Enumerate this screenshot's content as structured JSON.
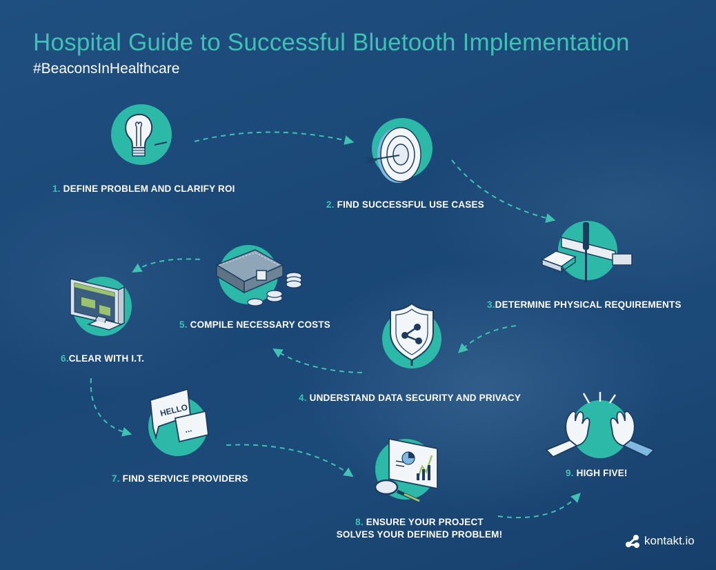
{
  "title": "Hospital Guide to Successful Bluetooth Implementation",
  "subtitle": "#BeaconsInHealthcare",
  "colors": {
    "accent": "#3fc2b4",
    "background": "#1d4a7a",
    "text": "#ffffff"
  },
  "steps": [
    {
      "num": "1.",
      "text": " DEFINE PROBLEM AND CLARIFY ROI",
      "icon": "light-bulb-icon"
    },
    {
      "num": "2.",
      "text": " FIND SUCCESSFUL USE CASES",
      "icon": "target-arrow-icon"
    },
    {
      "num": "3.",
      "text": "DETERMINE PHYSICAL REQUIREMENTS",
      "icon": "screwdriver-beacon-icon"
    },
    {
      "num": "4.",
      "text": " UNDERSTAND DATA SECURITY AND PRIVACY",
      "icon": "shield-icon"
    },
    {
      "num": "5.",
      "text": " COMPILE NECESSARY COSTS",
      "icon": "wallet-coins-icon"
    },
    {
      "num": "6.",
      "text": "CLEAR WITH I.T.",
      "icon": "computer-monitor-icon"
    },
    {
      "num": "7.",
      "text": " FIND SERVICE PROVIDERS",
      "icon": "chat-bubbles-icon"
    },
    {
      "num": "8.",
      "text": " ENSURE YOUR PROJECT",
      "text2": "SOLVES YOUR DEFINED PROBLEM!",
      "icon": "presentation-magnifier-icon"
    },
    {
      "num": "9.",
      "text": " HIGH FIVE!",
      "icon": "high-five-icon"
    }
  ],
  "chat_bubble_text": "HELLO",
  "chat_bubble_dots": "...",
  "brand": {
    "name": "kontakt.io",
    "icon": "kontakt-logo-icon"
  }
}
